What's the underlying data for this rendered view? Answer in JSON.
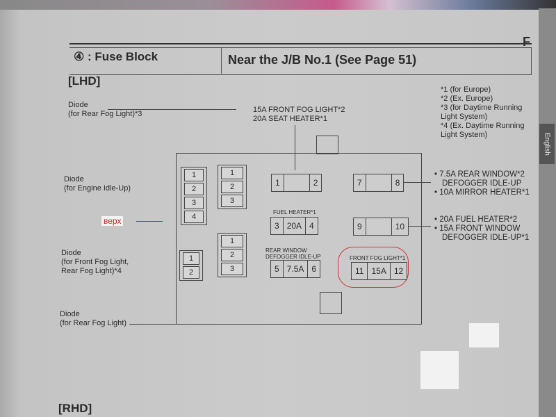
{
  "header": {
    "section_letter": "F",
    "number": "④",
    "separator": ":",
    "title": "Fuse Block",
    "location": "Near the J/B No.1 (See Page 51)"
  },
  "tab": "English",
  "variant_lhd": "[LHD]",
  "variant_rhd": "[RHD]",
  "footnotes": [
    "*1 (for Europe)",
    "*2 (Ex. Europe)",
    "*3 (for Daytime Running Light System)",
    "*4 (Ex. Daytime Running Light System)"
  ],
  "left_labels": {
    "diode_rear_fog_3": [
      "Diode",
      "(for Rear Fog Light)*3"
    ],
    "diode_engine": [
      "Diode",
      "(for Engine Idle-Up)"
    ],
    "diode_front_rear_fog": [
      "Diode",
      "(for Front Fog Light,",
      "Rear Fog Light)*4"
    ],
    "diode_rear_fog": [
      "Diode",
      "(for Rear Fog Light)"
    ]
  },
  "annotation": "верх",
  "top_label": [
    "15A FRONT FOG LIGHT*2",
    "20A SEAT HEATER*1"
  ],
  "right_labels": {
    "group1": [
      "7.5A REAR WINDOW*2",
      "DEFOGGER IDLE-UP",
      "10A MIRROR HEATER*1"
    ],
    "group2": [
      "20A FUEL HEATER*2",
      "15A FRONT WINDOW",
      "DEFOGGER IDLE-UP*1"
    ]
  },
  "fuses": [
    {
      "a": "1",
      "rating": "",
      "b": "2",
      "label": ""
    },
    {
      "a": "3",
      "rating": "20A",
      "b": "4",
      "label": "FUEL HEATER*1"
    },
    {
      "a": "5",
      "rating": "7.5A",
      "b": "6",
      "label": "REAR WINDOW DEFOGGER IDLE-UP"
    },
    {
      "a": "7",
      "rating": "",
      "b": "8",
      "label": ""
    },
    {
      "a": "9",
      "rating": "",
      "b": "10",
      "label": ""
    },
    {
      "a": "11",
      "rating": "15A",
      "b": "12",
      "label": "FRONT FOG LIGHT*1"
    }
  ],
  "connectors": {
    "c4a": [
      "1",
      "2",
      "3",
      "4"
    ],
    "c3a": [
      "1",
      "2",
      "3"
    ],
    "c2": [
      "1",
      "2"
    ],
    "c3b": [
      "1",
      "2",
      "3"
    ]
  },
  "colors": {
    "highlight": "#d03030",
    "annotation_red": "#cc2020"
  }
}
